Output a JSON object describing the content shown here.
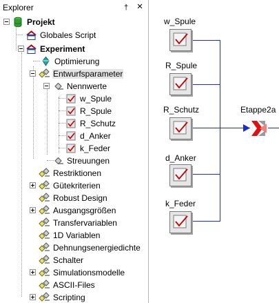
{
  "explorer": {
    "title": "Explorer",
    "pin_glyph": "†",
    "close_glyph": "×",
    "tree": {
      "projekt": "Projekt",
      "globales_script": "Globales Script",
      "experiment": "Experiment",
      "optimierung": "Optimierung",
      "entwurfsparameter": "Entwurfsparameter",
      "nennwerte": "Nennwerte",
      "params": [
        "w_Spule",
        "R_Spule",
        "R_Schutz",
        "d_Anker",
        "k_Feder"
      ],
      "streuungen": "Streuungen",
      "groups": [
        "Restriktionen",
        "Gütekriterien",
        "Robust Design",
        "Ausgangsgrößen",
        "Transfervariablen",
        "1D Variablen",
        "Dehnungsenergiedichte",
        "Schalter",
        "Simulationsmodelle",
        "ASCII-Files",
        "Scripting"
      ]
    }
  },
  "diagram": {
    "blocks": [
      "w_Spule",
      "R_Spule",
      "R_Schutz",
      "d_Anker",
      "k_Feder"
    ],
    "stage": "Etappe2a",
    "colors": {
      "wire": "#1a2bd0",
      "check": "#c00000",
      "stage_red": "#e01010",
      "stage_gray": "#9a9a9a"
    }
  },
  "icons": {
    "projekt": "database-icon",
    "script": "script-window-icon",
    "experiment": "experiment-window-icon",
    "optimierung": "gem-icon",
    "group": "parameter-group-icon",
    "param": "checkbox-param-icon"
  }
}
